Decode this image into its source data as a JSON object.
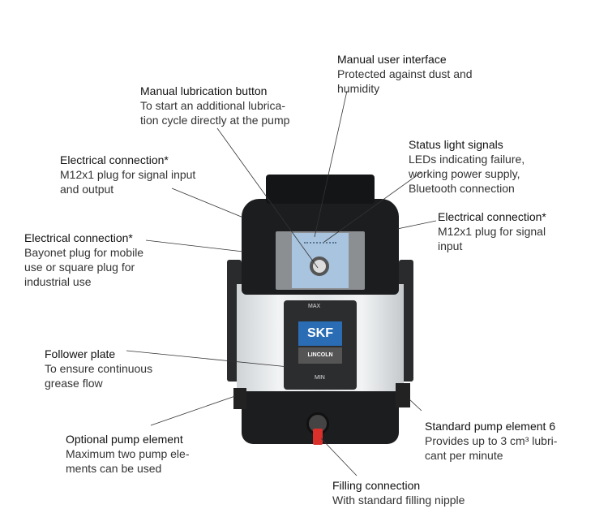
{
  "callouts": {
    "manual_ui": {
      "title": "Manual user interface",
      "lines": [
        "Protected against dust and",
        "humidity"
      ]
    },
    "lube_button": {
      "title": "Manual lubrication button",
      "lines": [
        "To start an additional lubrica-",
        "tion cycle directly at the pump"
      ]
    },
    "status": {
      "title": "Status light signals",
      "lines": [
        "LEDs indicating failure,",
        "working power supply,",
        "Bluetooth connection"
      ]
    },
    "elec_top_left": {
      "title": "Electrical connection*",
      "lines": [
        "M12x1 plug for signal input",
        "and output"
      ]
    },
    "elec_right": {
      "title": "Electrical connection*",
      "lines": [
        "M12x1 plug for signal",
        "input"
      ]
    },
    "elec_left": {
      "title": "Electrical connection*",
      "lines": [
        "Bayonet plug for mobile",
        "use or square plug for",
        "industrial use"
      ]
    },
    "follower": {
      "title": "Follower plate",
      "lines": [
        "To ensure continuous",
        "grease flow"
      ]
    },
    "optional_pump": {
      "title": "Optional pump element",
      "lines": [
        "Maximum two pump ele-",
        "ments can be used"
      ]
    },
    "standard_pump": {
      "title": "Standard pump element 6",
      "lines": [
        "Provides up to 3 cm³ lubri-",
        "cant per minute"
      ]
    },
    "filling": {
      "title": "Filling connection",
      "lines": [
        "With standard filling nipple"
      ]
    }
  },
  "product": {
    "brand": "SKF",
    "sub_brand": "LINCOLN",
    "max_mark": "MAX",
    "min_mark": "MIN"
  },
  "colors": {
    "body": "#1c1d1f",
    "brand_blue": "#2a6db5",
    "screen": "#a9c4df",
    "nipple": "#d9302c"
  }
}
